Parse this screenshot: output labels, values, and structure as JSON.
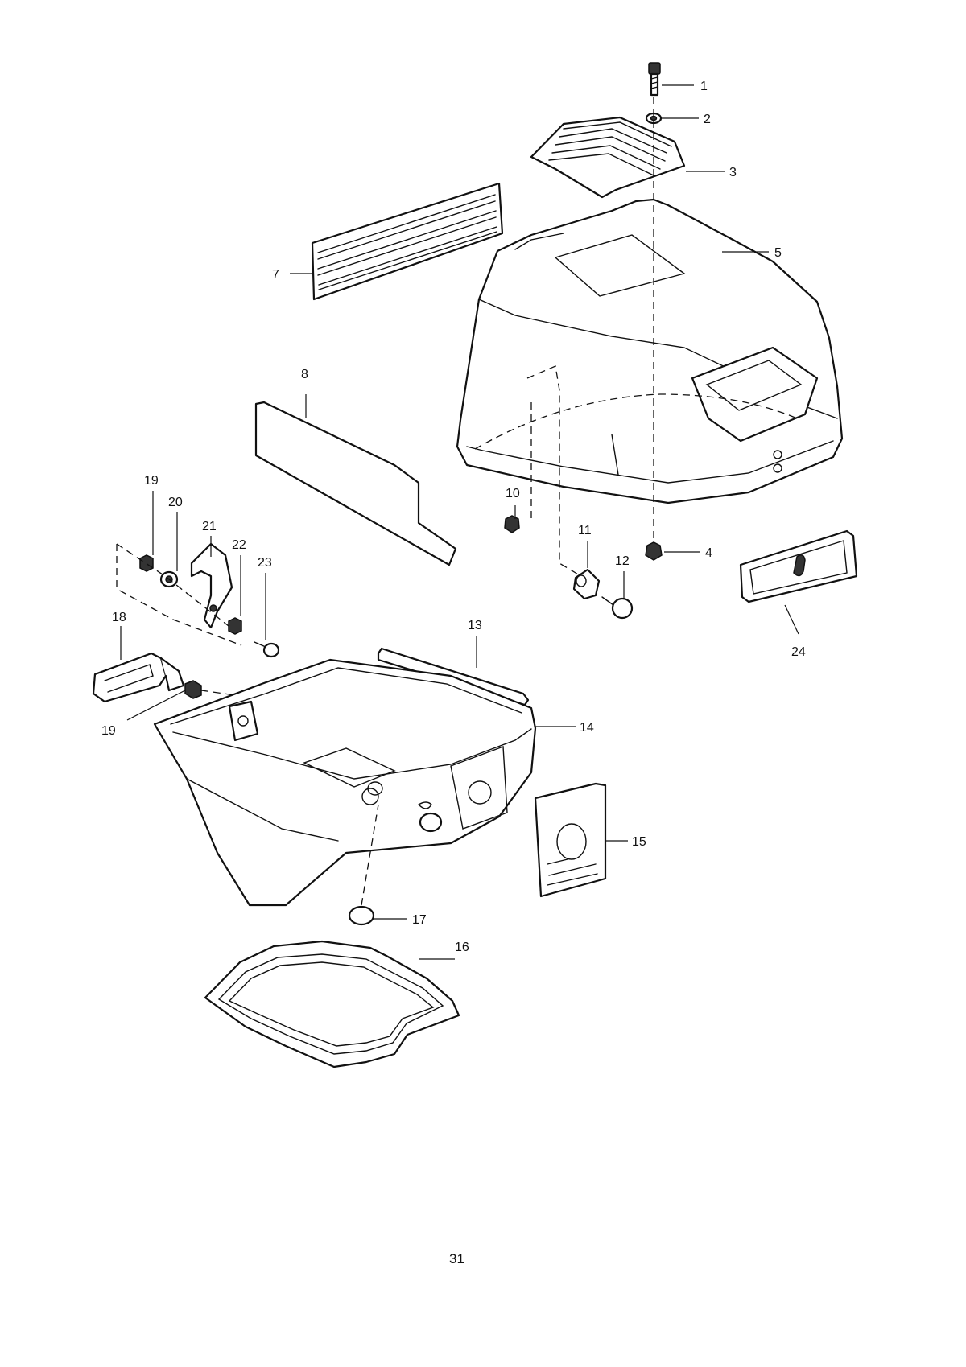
{
  "callouts": [
    "1",
    "2",
    "3",
    "4",
    "5",
    "7",
    "8",
    "10",
    "11",
    "12",
    "13",
    "14",
    "15",
    "16",
    "17",
    "18",
    "19",
    "20",
    "21",
    "22",
    "23",
    "24",
    "19"
  ],
  "page_number": "31"
}
